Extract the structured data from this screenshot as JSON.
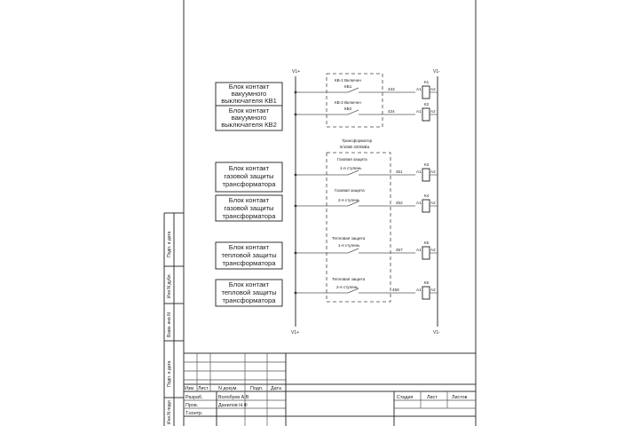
{
  "rails": {
    "left_top": "V1+",
    "right_top": "V1-",
    "left_bottom": "V1+",
    "right_bottom": "V1-"
  },
  "blocks": [
    {
      "lines": [
        "Блок контакт",
        "вакуумного",
        "выключателя КВ1"
      ]
    },
    {
      "lines": [
        "Блок контакт",
        "вакуумного",
        "выключателя КВ2"
      ]
    },
    {
      "lines": [
        "Блок контакт",
        "газовой защиты",
        "трансформатора"
      ]
    },
    {
      "lines": [
        "Блок контакт",
        "газовой защиты",
        "трансформатора"
      ]
    },
    {
      "lines": [
        "Блок контакт",
        "тепловой защиты",
        "трансформатора"
      ]
    },
    {
      "lines": [
        "Блок контакт",
        "тепловой защиты",
        "трансформатора"
      ]
    }
  ],
  "contacts": [
    {
      "lines": [
        "КВ-1 Включен",
        "КВ1"
      ],
      "wire": "433",
      "relay": "К1"
    },
    {
      "lines": [
        "КВ-2 Включен",
        "КВ2"
      ],
      "wire": "434",
      "relay": "К2"
    },
    {
      "lines": [
        "Газовая защита",
        "1-я ступень"
      ],
      "wire": "451",
      "relay": "К3"
    },
    {
      "lines": [
        "Газовая защита",
        "2-я ступень"
      ],
      "wire": "452",
      "relay": "К4"
    },
    {
      "lines": [
        "Тепловая защита",
        "1-я ступень"
      ],
      "wire": "457",
      "relay": "К5"
    },
    {
      "lines": [
        "Тепловая защита",
        "2-я ступень"
      ],
      "wire": "458",
      "relay": "К6"
    }
  ],
  "relay_terminals": {
    "a1": "А1",
    "a2": "А2"
  },
  "transformer_group": [
    "Трансформатор",
    "6/10кВ 3200кВа"
  ],
  "side_stamps": [
    "Подп. и дата",
    "Инв.N дубл.",
    "Взам. инв.N",
    "Подп. и дата",
    "Инв.N подл."
  ],
  "title_block": {
    "headers": [
      "Изм",
      "Лист",
      "N докум.",
      "Подп.",
      "Дата"
    ],
    "rows": [
      {
        "role": "Разраб.",
        "name": "Волобуев А.В"
      },
      {
        "role": "Пров.",
        "name": "Данилов Н.Ф"
      },
      {
        "role": "Т.контр.",
        "name": ""
      }
    ],
    "stage_headers": [
      "Стадия",
      "Лист",
      "Листов"
    ]
  }
}
